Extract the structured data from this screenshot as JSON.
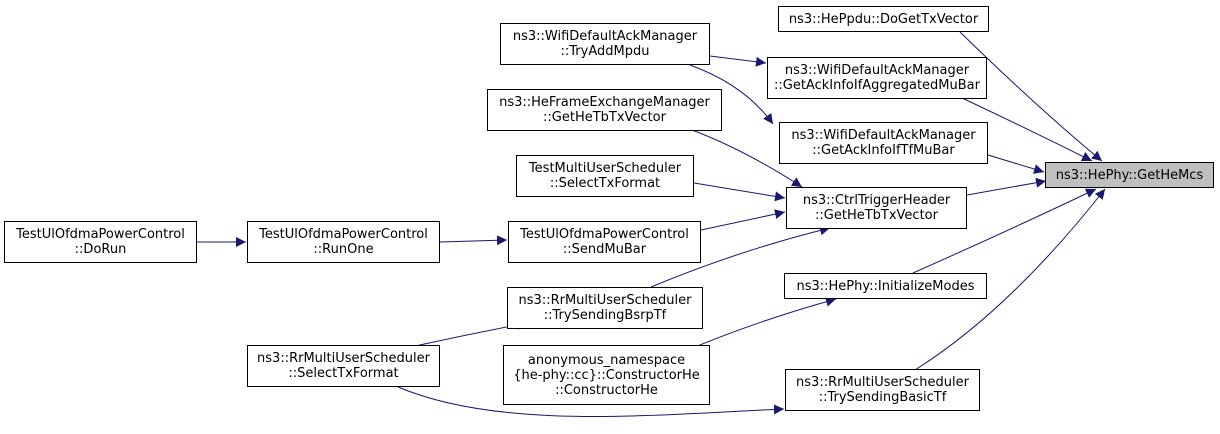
{
  "graph": {
    "nodes": [
      {
        "id": "getHeMcs",
        "lines": [
          "ns3::HePhy::GetHeMcs"
        ],
        "focus": true
      },
      {
        "id": "doGetTxVector",
        "lines": [
          "ns3::HePpdu::DoGetTxVector"
        ]
      },
      {
        "id": "tryAddMpdu",
        "lines": [
          "ns3::WifiDefaultAckManager",
          "::TryAddMpdu"
        ]
      },
      {
        "id": "getAckInfoAggMuBar",
        "lines": [
          "ns3::WifiDefaultAckManager",
          "::GetAckInfoIfAggregatedMuBar"
        ]
      },
      {
        "id": "heFemGetHeTb",
        "lines": [
          "ns3::HeFrameExchangeManager",
          "::GetHeTbTxVector"
        ]
      },
      {
        "id": "getAckInfoTfMuBar",
        "lines": [
          "ns3::WifiDefaultAckManager",
          "::GetAckInfoIfTfMuBar"
        ]
      },
      {
        "id": "testMuSelectTx",
        "lines": [
          "TestMultiUserScheduler",
          "::SelectTxFormat"
        ]
      },
      {
        "id": "ctrlTriggerGetHeTb",
        "lines": [
          "ns3::CtrlTriggerHeader",
          "::GetHeTbTxVector"
        ]
      },
      {
        "id": "doRun",
        "lines": [
          "TestUlOfdmaPowerControl",
          "::DoRun"
        ]
      },
      {
        "id": "runOne",
        "lines": [
          "TestUlOfdmaPowerControl",
          "::RunOne"
        ]
      },
      {
        "id": "sendMuBar",
        "lines": [
          "TestUlOfdmaPowerControl",
          "::SendMuBar"
        ]
      },
      {
        "id": "initializeModes",
        "lines": [
          "ns3::HePhy::InitializeModes"
        ]
      },
      {
        "id": "trySendingBsrpTf",
        "lines": [
          "ns3::RrMultiUserScheduler",
          "::TrySendingBsrpTf"
        ]
      },
      {
        "id": "constructorHe",
        "lines": [
          "anonymous_namespace",
          "{he-phy::cc}::ConstructorHe",
          "::ConstructorHe"
        ]
      },
      {
        "id": "rrSelectTx",
        "lines": [
          "ns3::RrMultiUserScheduler",
          "::SelectTxFormat"
        ]
      },
      {
        "id": "trySendingBasicTf",
        "lines": [
          "ns3::RrMultiUserScheduler",
          "::TrySendingBasicTf"
        ]
      }
    ],
    "edges": [
      {
        "from": "doGetTxVector",
        "to": "getHeMcs"
      },
      {
        "from": "getAckInfoAggMuBar",
        "to": "getHeMcs"
      },
      {
        "from": "getAckInfoTfMuBar",
        "to": "getHeMcs"
      },
      {
        "from": "ctrlTriggerGetHeTb",
        "to": "getHeMcs"
      },
      {
        "from": "initializeModes",
        "to": "getHeMcs"
      },
      {
        "from": "trySendingBasicTf",
        "to": "getHeMcs"
      },
      {
        "from": "tryAddMpdu",
        "to": "getAckInfoAggMuBar"
      },
      {
        "from": "tryAddMpdu",
        "to": "getAckInfoTfMuBar"
      },
      {
        "from": "heFemGetHeTb",
        "to": "ctrlTriggerGetHeTb"
      },
      {
        "from": "testMuSelectTx",
        "to": "ctrlTriggerGetHeTb"
      },
      {
        "from": "sendMuBar",
        "to": "ctrlTriggerGetHeTb"
      },
      {
        "from": "trySendingBsrpTf",
        "to": "ctrlTriggerGetHeTb"
      },
      {
        "from": "doRun",
        "to": "runOne"
      },
      {
        "from": "runOne",
        "to": "sendMuBar"
      },
      {
        "from": "rrSelectTx",
        "to": "trySendingBsrpTf"
      },
      {
        "from": "constructorHe",
        "to": "initializeModes"
      },
      {
        "from": "rrSelectTx",
        "to": "trySendingBasicTf"
      }
    ],
    "colors": {
      "edge": "#191970",
      "node_border": "#000000",
      "focus_fill": "#bfbfbf"
    }
  }
}
